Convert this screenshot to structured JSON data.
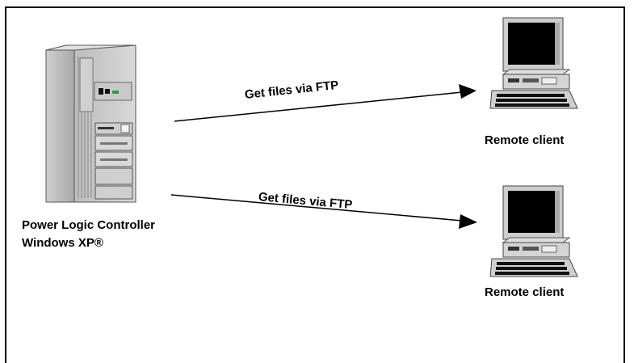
{
  "server": {
    "caption_line1": "Power Logic Controller",
    "caption_line2": "Windows XP®"
  },
  "clients": [
    {
      "caption": "Remote client"
    },
    {
      "caption": "Remote client"
    }
  ],
  "connections": [
    {
      "label": "Get files via FTP"
    },
    {
      "label": "Get files via FTP"
    }
  ]
}
